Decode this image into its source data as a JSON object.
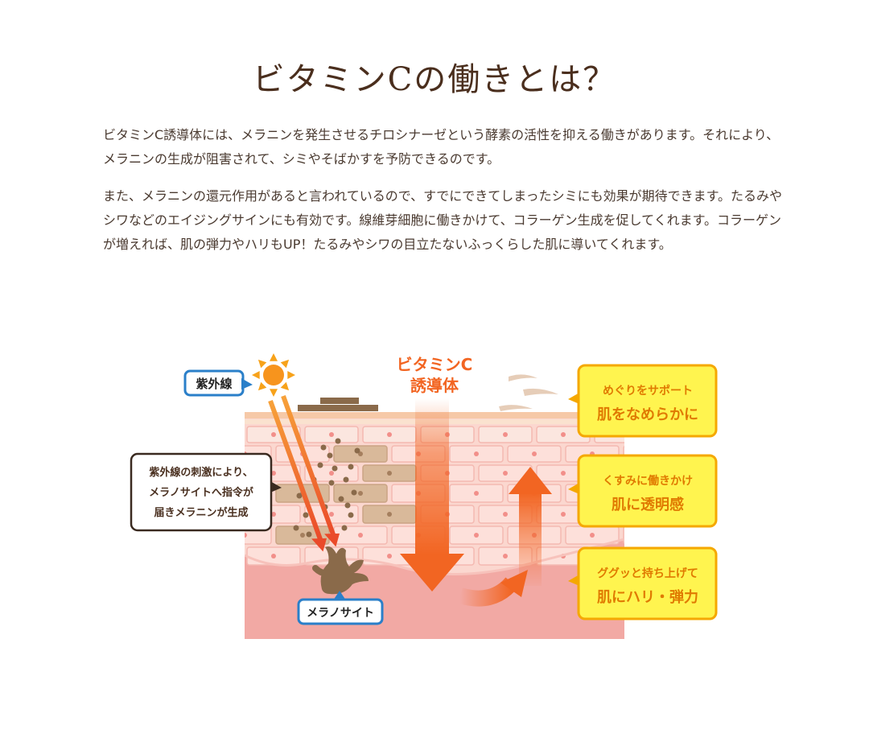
{
  "title": "ビタミンCの働きとは？",
  "paragraphs": [
    "ビタミンC誘導体には、メラニンを発生させるチロシナーゼという酵素の活性を抑える働きがあります。それにより、メラニンの生成が阻害されて、シミやそばかすを予防できるのです。",
    "また、メラニンの還元作用があると言われているので、すでにできてしまったシミにも効果が期待できます。たるみやシワなどのエイジングサインにも有効です。線維芽細胞に働きかけて、コラーゲン生成を促してくれます。コラーゲンが増えれば、肌の弾力やハリもUP！たるみやシワの目立たないふっくらした肌に導いてくれます。"
  ],
  "diagram": {
    "uv_label": "紫外線",
    "vitamin_label_line1": "ビタミンC",
    "vitamin_label_line2": "誘導体",
    "uv_callout": [
      "紫外線の刺激により、",
      "メラノサイトへ指令が",
      "届きメラニンが生成"
    ],
    "melanocyte_label": "メラノサイト",
    "benefits": [
      {
        "line1": "めぐりをサポート",
        "line2": "肌をなめらかに"
      },
      {
        "line1": "くすみに働きかけ",
        "line2": "肌に透明感"
      },
      {
        "line1": "ググッと持ち上げて",
        "line2": "肌にハリ・弾力"
      }
    ],
    "colors": {
      "title": "#4a2e1d",
      "text": "#4a3a30",
      "vitamin_orange": "#f26522",
      "callout_fill": "#fff44f",
      "callout_border": "#f5a800",
      "callout_text": "#e07a00",
      "uv_blue": "#2a7fc9",
      "dermis": "#f2a9a4",
      "cell_fill": "#fde0da",
      "melanin_cell": "#d9b99a",
      "melanin_dot": "#8a6a4a"
    }
  }
}
